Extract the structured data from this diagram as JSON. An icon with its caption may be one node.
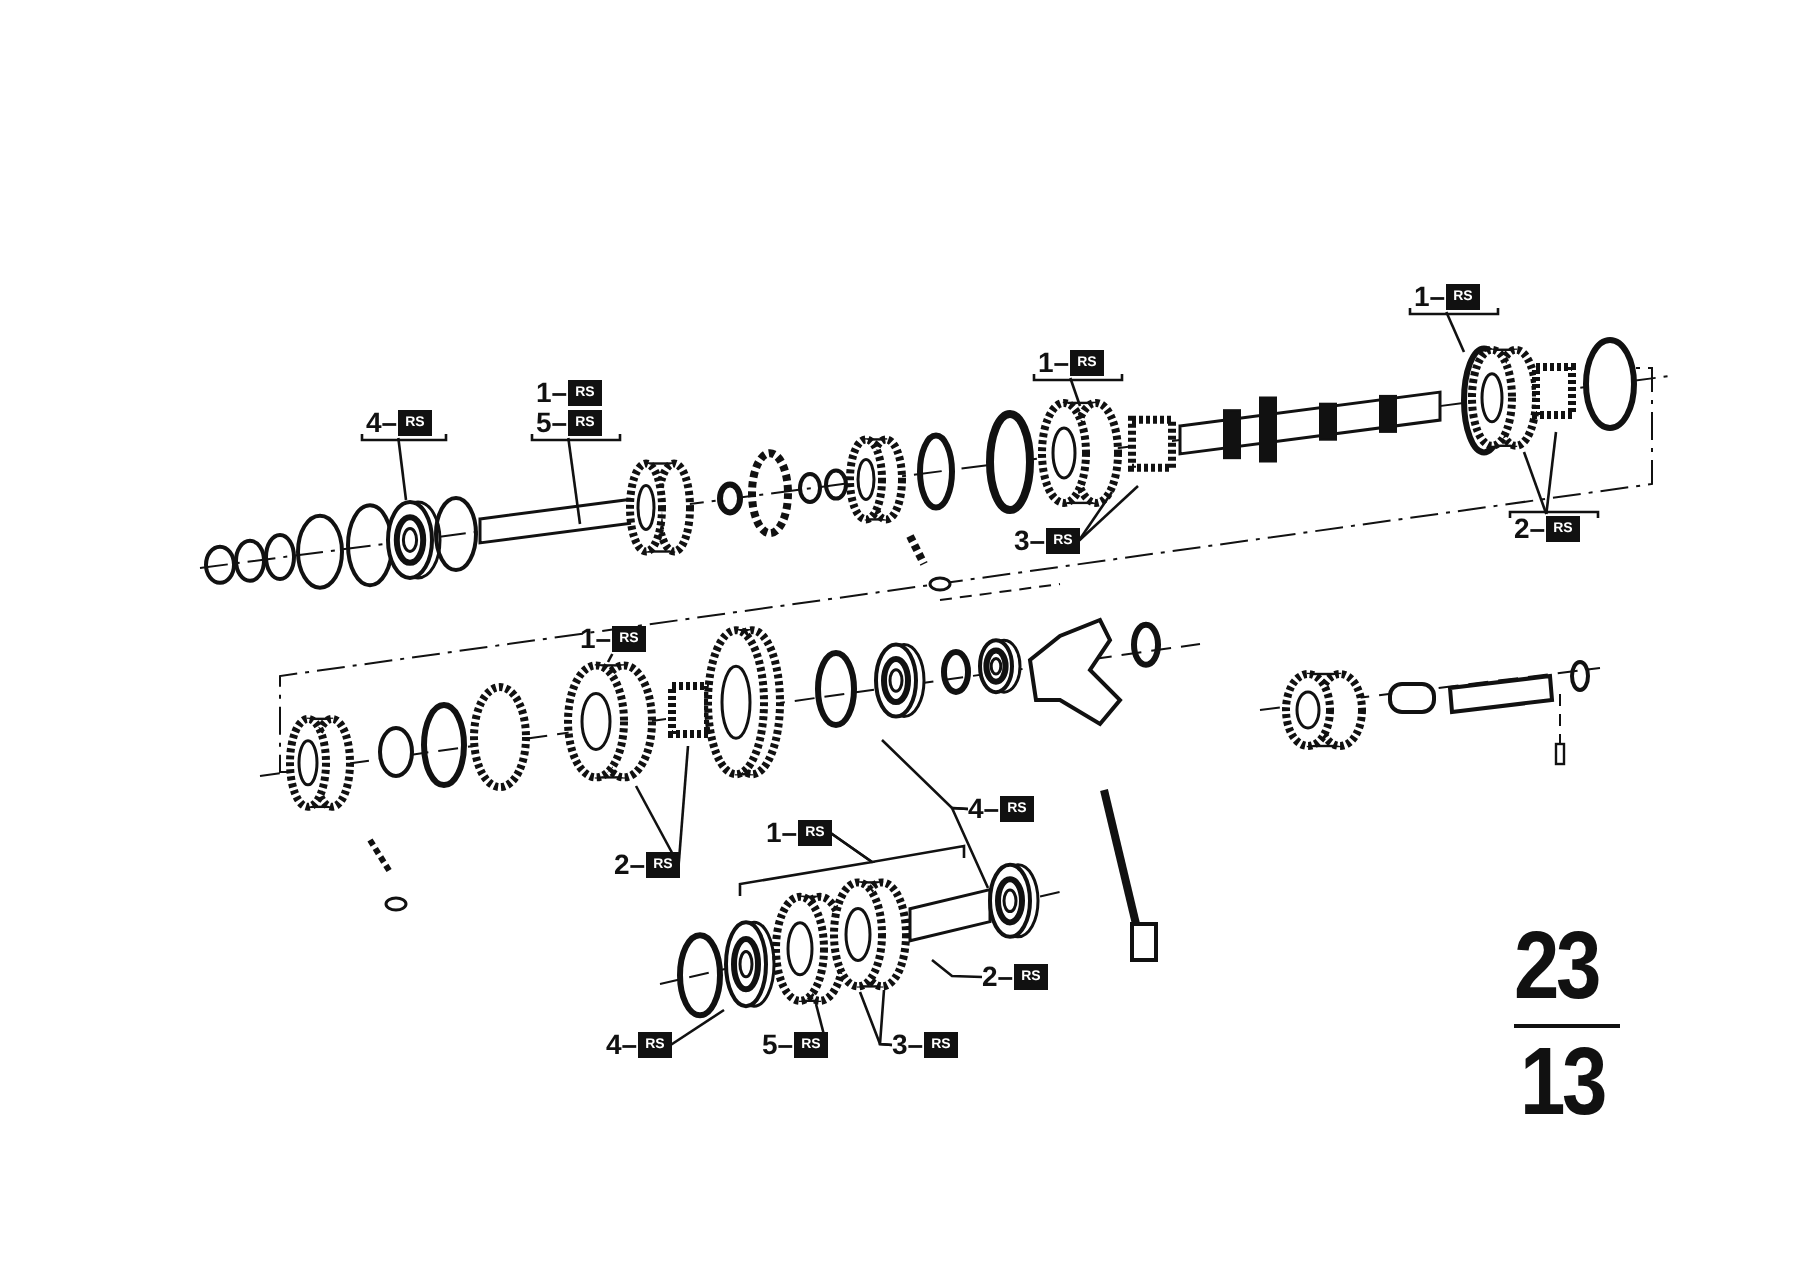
{
  "diagram": {
    "nodes": [
      {
        "text": [
          "4–",
          "RS"
        ]
      },
      {
        "text": [
          "1–",
          "RS"
        ]
      },
      {
        "text": [
          "5–",
          "RS"
        ]
      },
      {
        "text": [
          "1–",
          "RS"
        ]
      },
      {
        "text": [
          "3–",
          "RS"
        ]
      },
      {
        "text": [
          "1–",
          "RS"
        ]
      },
      {
        "text": [
          "2–",
          "RS"
        ]
      },
      {
        "text": [
          "1–",
          "RS"
        ]
      },
      {
        "text": [
          "2–",
          "RS"
        ]
      },
      {
        "text": [
          "4–",
          "RS"
        ]
      },
      {
        "text": [
          "1–",
          "RS"
        ]
      },
      {
        "text": [
          "2–",
          "RS"
        ]
      },
      {
        "text": [
          "4–",
          "RS"
        ]
      },
      {
        "text": [
          "5–",
          "RS"
        ]
      },
      {
        "text": [
          "3–",
          "RS"
        ]
      }
    ],
    "edges": [
      {
        "from": 0,
        "to": null,
        "arrow": "none"
      },
      {
        "from": 2,
        "to": null,
        "arrow": "none"
      },
      {
        "from": 3,
        "to": null,
        "arrow": "none"
      },
      {
        "from": 4,
        "to": null,
        "arrow": "none"
      },
      {
        "from": 4,
        "to": null,
        "arrow": "none"
      },
      {
        "from": 5,
        "to": null,
        "arrow": "none"
      },
      {
        "from": 6,
        "to": null,
        "arrow": "none"
      },
      {
        "from": 6,
        "to": null,
        "arrow": "none"
      },
      {
        "from": 7,
        "to": null,
        "arrow": "none"
      },
      {
        "from": 8,
        "to": null,
        "arrow": "none"
      },
      {
        "from": 8,
        "to": null,
        "arrow": "none"
      },
      {
        "from": 9,
        "to": null,
        "arrow": "none"
      },
      {
        "from": 9,
        "to": null,
        "arrow": "none"
      },
      {
        "from": 10,
        "to": null,
        "arrow": "none"
      },
      {
        "from": 11,
        "to": null,
        "arrow": "none"
      },
      {
        "from": 12,
        "to": null,
        "arrow": "none"
      },
      {
        "from": 13,
        "to": null,
        "arrow": "none"
      },
      {
        "from": 14,
        "to": null,
        "arrow": "none"
      },
      {
        "from": 14,
        "to": null,
        "arrow": "none"
      },
      {
        "from": 10,
        "to": null,
        "arrow": "none"
      }
    ],
    "labels": [
      "23",
      "13"
    ]
  }
}
